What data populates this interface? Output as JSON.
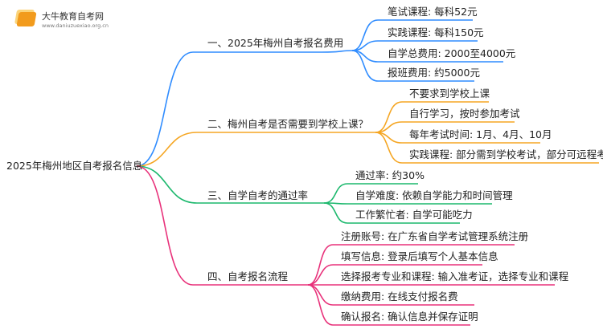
{
  "logo": {
    "name": "大牛教育自考网",
    "url": "www.daniuzuexiao.org.cn"
  },
  "root": "2025年梅州地区自考报名信息",
  "colors": {
    "b1": "#2f8cff",
    "b2": "#f5a623",
    "b3": "#1cb86d",
    "b4": "#e8317a"
  },
  "branches": [
    {
      "label": "一、2025年梅州自考报名费用",
      "children": [
        "笔试课程: 每科52元",
        "实践课程: 每科150元",
        "自学总费用: 2000至4000元",
        "报班费用: 约5000元"
      ]
    },
    {
      "label": "二、梅州自考是否需要到学校上课？",
      "children": [
        "不要求到学校上课",
        "自行学习，按时参加考试",
        "每年考试时间: 1月、4月、10月",
        "实践课程: 部分需到学校考试，部分可远程考试"
      ]
    },
    {
      "label": "三、自学自考的通过率",
      "children": [
        "通过率: 约30%",
        "自学难度: 依赖自学能力和时间管理",
        "工作繁忙者: 自学可能吃力"
      ]
    },
    {
      "label": "四、自考报名流程",
      "children": [
        "注册账号: 在广东省自学考试管理系统注册",
        "填写信息: 登录后填写个人基本信息",
        "选择报考专业和课程: 输入准考证，选择专业和课程",
        "缴纳费用: 在线支付报名费",
        "确认报名: 确认信息并保存证明"
      ]
    }
  ]
}
